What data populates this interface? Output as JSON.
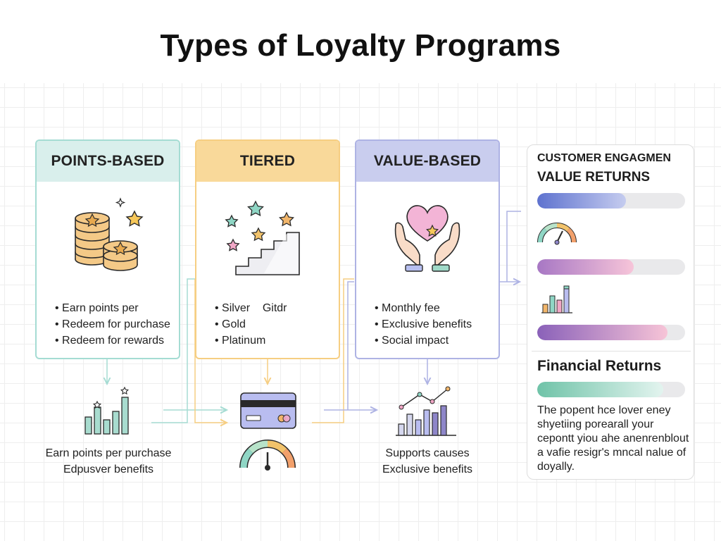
{
  "title": "Types of Loyalty Programs",
  "cards": [
    {
      "header": "POINTS-BASED",
      "header_color": "#d9efec",
      "border_color": "#a5dcd3",
      "items": [
        "Earn points per",
        "Redeem for purchase",
        "Redeem for rewards"
      ],
      "icon": "coins-stars-icon"
    },
    {
      "header": "TIERED",
      "header_color": "#f9d99a",
      "border_color": "#f6ce82",
      "items": [
        "Silver    Gitdr",
        "Gold",
        "Platinum"
      ],
      "icon": "tier-stairs-icon"
    },
    {
      "header": "VALUE-BASED",
      "header_color": "#c9cdee",
      "border_color": "#aeb3e4",
      "items": [
        "Monthly fee",
        "Exclusive benefits",
        "Social impact"
      ],
      "icon": "heart-hands-icon"
    }
  ],
  "flows": {
    "points": {
      "lines": [
        "Earn points per purchase",
        "Edpusver benefits"
      ],
      "icon": "bar-chart-stars-icon"
    },
    "tiered": {
      "icons": [
        "credit-card-icon",
        "gauge-icon"
      ]
    },
    "value": {
      "lines": [
        "Supports causes",
        "Exclusive benefits"
      ],
      "icon": "trend-chart-icon"
    }
  },
  "panel": {
    "title_line1": "CUSTOMER ENGAGMEN",
    "title_line2": "VALUE RETURNS",
    "bars": [
      {
        "fraction": 0.6,
        "color_from": "#5e72cf",
        "color_to": "#c5ccef"
      },
      {
        "fraction": 0.65,
        "color_from": "#a777c4",
        "color_to": "#f7c5d9"
      },
      {
        "fraction": 0.88,
        "color_from": "#8a61b9",
        "color_to": "#f7c4d7"
      }
    ],
    "icons": [
      "gauge-icon",
      "bar-chart-icon"
    ],
    "financial_title": "Financial Returns",
    "financial_bar": {
      "fraction": 0.85,
      "color_from": "#6fc3a8",
      "color_to": "#e3f4ef"
    },
    "financial_text": "The popent hce lover eney shyetiing porearall your cepontt yiou ahe anenrenblout a vafie resigr's mncal nalue of doyally."
  }
}
